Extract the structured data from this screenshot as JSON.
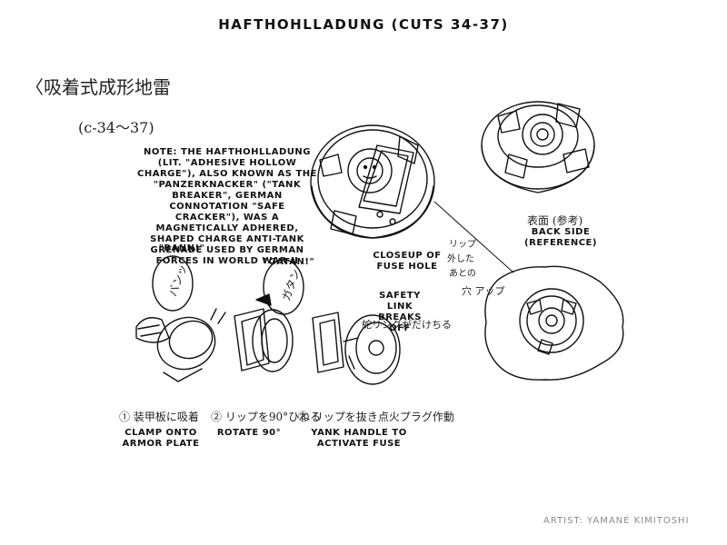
{
  "title": "HAFTHOHLLADUNG (CUTS 34-37)",
  "heading_jp": "〈吸着式成形地雷",
  "cut_ref": "(c-34～37)",
  "note": "NOTE: THE HAFTHOHLLADUNG (LIT. \"ADHESIVE HOLLOW CHARGE\"), ALSO KNOWN AS THE \"PANZERKNACKER\" (\"TANK BREAKER\", GERMAN CONNOTATION \"SAFE CRACKER\"), WAS A MAGNETICALLY ADHERED, SHAPED CHARGE ANTI-TANK GRENADE USED BY GERMAN FORCES IN WORLD WAR II",
  "sounds": {
    "bann_label": "\"BANN!\"",
    "bann_jp": "バンッ",
    "gatan_label": "\"GATAN!\"",
    "gatan_jp": "ガタン"
  },
  "labels": {
    "back_side_jp": "表面 (参考)",
    "back_side": "BACK SIDE (REFERENCE)",
    "closeup": "CLOSEUP OF FUSE HOLE",
    "closeup_jp_1": "リップ",
    "closeup_jp_2": "外した",
    "closeup_jp_3": "あとの",
    "closeup_jp_4": "穴 アップ",
    "safety_link": "SAFETY LINK BREAKS OFF",
    "safety_link_jp": "蛇リングがだけちる"
  },
  "steps": [
    {
      "jp": "① 装甲板に吸着",
      "en": "CLAMP ONTO ARMOR PLATE"
    },
    {
      "jp": "② リップを90°ひねる",
      "en": "ROTATE 90°"
    },
    {
      "jp": "③ リップを抜き点火プラグ作動",
      "en": "YANK HANDLE TO ACTIVATE FUSE"
    }
  ],
  "artist": "ARTIST: YAMANE KIMITOSHI"
}
